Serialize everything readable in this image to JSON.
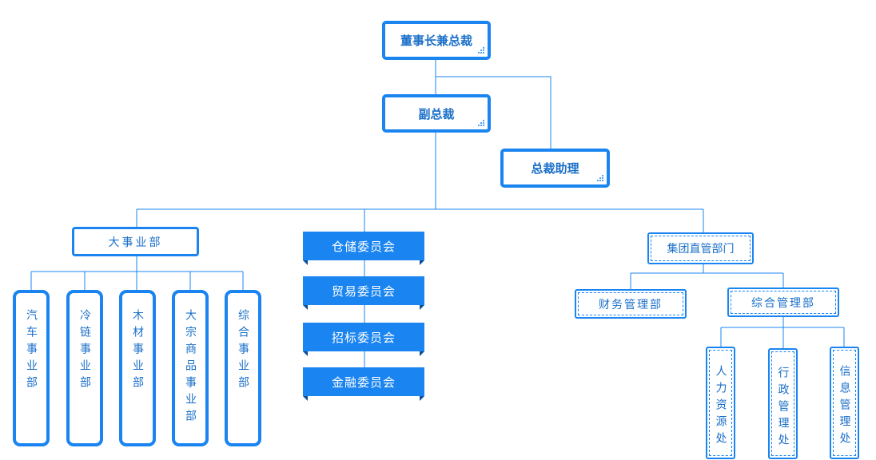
{
  "chairman": "董事长兼总裁",
  "vice_president": "副总裁",
  "assistant": "总裁助理",
  "business_division": {
    "title": "大事业部",
    "units": [
      "汽车事业部",
      "冷链事业部",
      "木材事业部",
      "大宗商品事业部",
      "综合事业部"
    ]
  },
  "committees": [
    "仓储委员会",
    "贸易委员会",
    "招标委员会",
    "金融委员会"
  ],
  "group_dept": {
    "title": "集团直管部门",
    "finance": "财务管理部",
    "admin": {
      "title": "综合管理部",
      "units": [
        "人力资源处",
        "行政管理处",
        "信息管理处"
      ]
    }
  },
  "colors": {
    "primary": "#1a84f0",
    "text": "#1a6fc8",
    "ribbon_shadow": "#0a4f9a"
  }
}
